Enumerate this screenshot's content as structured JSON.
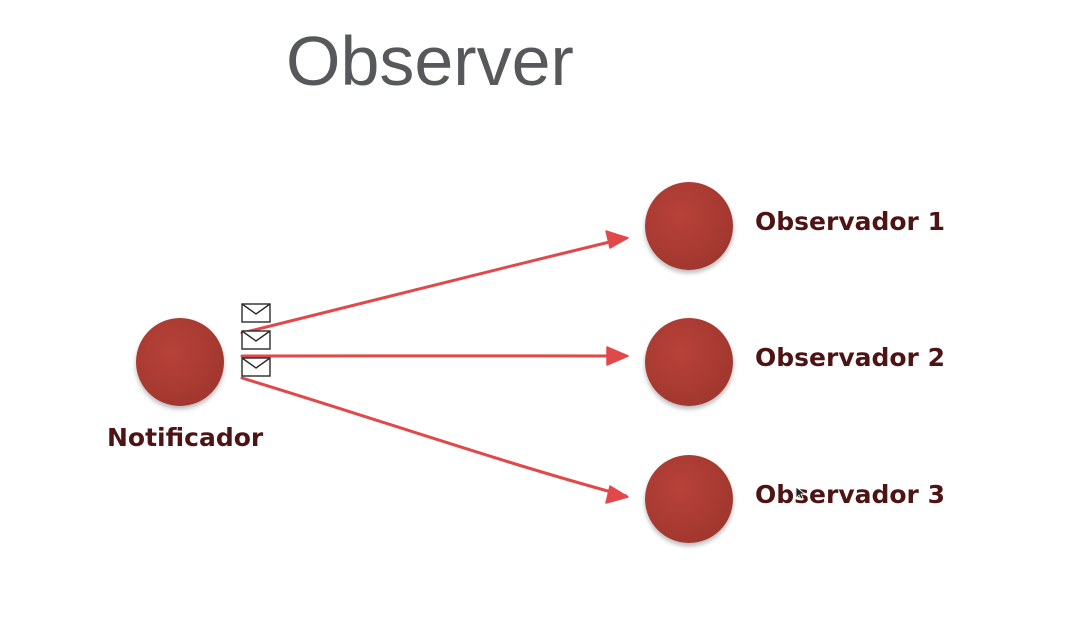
{
  "title": "Observer",
  "subject": {
    "label": "Notificador",
    "icon": "envelope-icon",
    "message_count": 3
  },
  "observers": [
    {
      "label": "Observador 1"
    },
    {
      "label": "Observador 2"
    },
    {
      "label": "Observador 3"
    }
  ],
  "colors": {
    "node": "#a73a31",
    "arrow": "#e0484a",
    "label": "#4e1414",
    "title": "#56585c"
  }
}
